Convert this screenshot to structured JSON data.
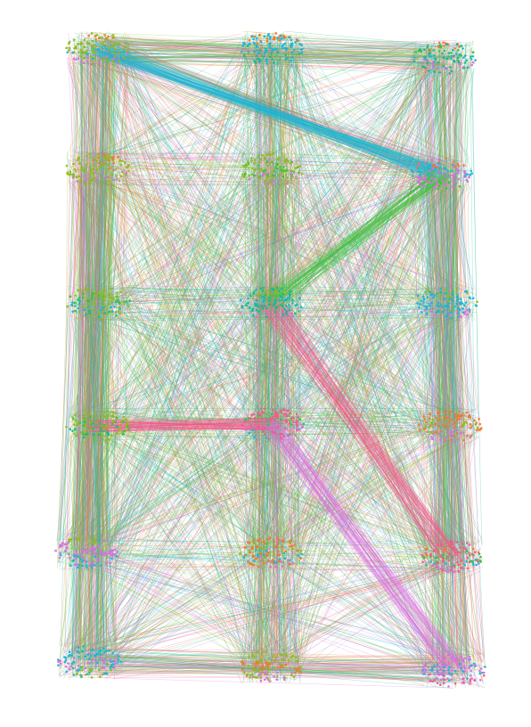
{
  "background_color": "#ffffff",
  "palette": {
    "orange": "#f0792b",
    "olive_green": "#8fba1f",
    "green": "#3cc23c",
    "teal": "#14b88e",
    "cyan": "#19b5d6",
    "pink": "#f25a8a",
    "violet": "#d76fe0"
  },
  "graph": {
    "layout": "grid",
    "grid_rows": 6,
    "grid_columns": 3,
    "clusters": [
      {
        "id": "c-0-0",
        "row": 0,
        "col": 0,
        "colors": [
          "orange",
          "olive_green",
          "cyan",
          "violet"
        ],
        "dominant": "olive_green"
      },
      {
        "id": "c-0-1",
        "row": 0,
        "col": 1,
        "colors": [
          "orange",
          "cyan",
          "teal"
        ],
        "dominant": "cyan"
      },
      {
        "id": "c-0-2",
        "row": 0,
        "col": 2,
        "colors": [
          "orange",
          "green",
          "cyan",
          "violet",
          "teal"
        ],
        "dominant": "teal"
      },
      {
        "id": "c-1-0",
        "row": 1,
        "col": 0,
        "colors": [
          "orange",
          "olive_green",
          "violet"
        ],
        "dominant": "olive_green"
      },
      {
        "id": "c-1-1",
        "row": 1,
        "col": 1,
        "colors": [
          "olive_green",
          "green",
          "violet"
        ],
        "dominant": "olive_green"
      },
      {
        "id": "c-1-2",
        "row": 1,
        "col": 2,
        "colors": [
          "orange",
          "cyan",
          "violet",
          "green"
        ],
        "dominant": "violet"
      },
      {
        "id": "c-2-0",
        "row": 2,
        "col": 0,
        "colors": [
          "olive_green",
          "green",
          "cyan",
          "teal"
        ],
        "dominant": "olive_green"
      },
      {
        "id": "c-2-1",
        "row": 2,
        "col": 1,
        "colors": [
          "olive_green",
          "cyan",
          "teal",
          "violet"
        ],
        "dominant": "teal"
      },
      {
        "id": "c-2-2",
        "row": 2,
        "col": 2,
        "colors": [
          "olive_green",
          "cyan",
          "violet"
        ],
        "dominant": "cyan"
      },
      {
        "id": "c-3-0",
        "row": 3,
        "col": 0,
        "colors": [
          "olive_green",
          "green",
          "teal"
        ],
        "dominant": "olive_green"
      },
      {
        "id": "c-3-1",
        "row": 3,
        "col": 1,
        "colors": [
          "pink",
          "green",
          "violet",
          "cyan"
        ],
        "dominant": "pink"
      },
      {
        "id": "c-3-2",
        "row": 3,
        "col": 2,
        "colors": [
          "orange",
          "olive_green",
          "violet"
        ],
        "dominant": "orange"
      },
      {
        "id": "c-4-0",
        "row": 4,
        "col": 0,
        "colors": [
          "olive_green",
          "violet",
          "cyan"
        ],
        "dominant": "violet"
      },
      {
        "id": "c-4-1",
        "row": 4,
        "col": 1,
        "colors": [
          "orange",
          "olive_green",
          "cyan",
          "violet"
        ],
        "dominant": "orange"
      },
      {
        "id": "c-4-2",
        "row": 4,
        "col": 2,
        "colors": [
          "pink",
          "orange",
          "green",
          "cyan",
          "violet"
        ],
        "dominant": "pink"
      },
      {
        "id": "c-5-0",
        "row": 5,
        "col": 0,
        "colors": [
          "cyan",
          "violet",
          "olive_green"
        ],
        "dominant": "cyan"
      },
      {
        "id": "c-5-1",
        "row": 5,
        "col": 1,
        "colors": [
          "olive_green",
          "orange",
          "violet"
        ],
        "dominant": "olive_green"
      },
      {
        "id": "c-5-2",
        "row": 5,
        "col": 2,
        "colors": [
          "violet",
          "cyan",
          "pink"
        ],
        "dominant": "violet"
      }
    ],
    "highlighted_links": [
      {
        "from": "c-3-0",
        "to": "c-3-1",
        "color": "pink"
      },
      {
        "from": "c-3-1",
        "to": "c-5-2",
        "color": "violet"
      },
      {
        "from": "c-2-1",
        "to": "c-4-2",
        "color": "pink"
      },
      {
        "from": "c-0-0",
        "to": "c-1-2",
        "color": "cyan"
      },
      {
        "from": "c-1-2",
        "to": "c-2-1",
        "color": "green"
      }
    ]
  }
}
